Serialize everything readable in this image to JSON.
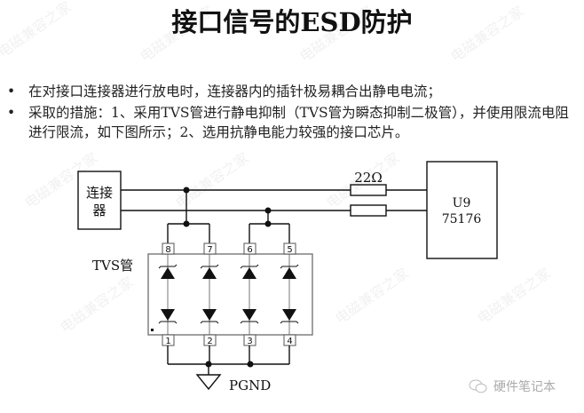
{
  "title": "接口信号的ESD防护",
  "bullets": [
    {
      "marker": "•",
      "text": "在对接口连接器进行放电时，连接器内的插针极易耦合出静电电流；"
    },
    {
      "marker": "•",
      "text": "采取的措施：1、采用TVS管进行静电抑制（TVS管为瞬态抑制二极管），并使用限流电阻进行限流，如下图所示；2、选用抗静电能力较强的接口芯片。"
    }
  ],
  "diagram": {
    "connector_label_line1": "连接",
    "connector_label_line2": "器",
    "resistor_label": "22Ω",
    "ic_label_line1": "U9",
    "ic_label_line2": "75176",
    "tvs_label": "TVS管",
    "top_pins": [
      "8",
      "7",
      "6",
      "5"
    ],
    "bottom_pins": [
      "1",
      "2",
      "3",
      "4"
    ],
    "ground_label": "PGND"
  },
  "watermark_text": "电磁兼容之家",
  "footer": {
    "icon": "wechat-icon",
    "label": "硬件笔记本"
  }
}
